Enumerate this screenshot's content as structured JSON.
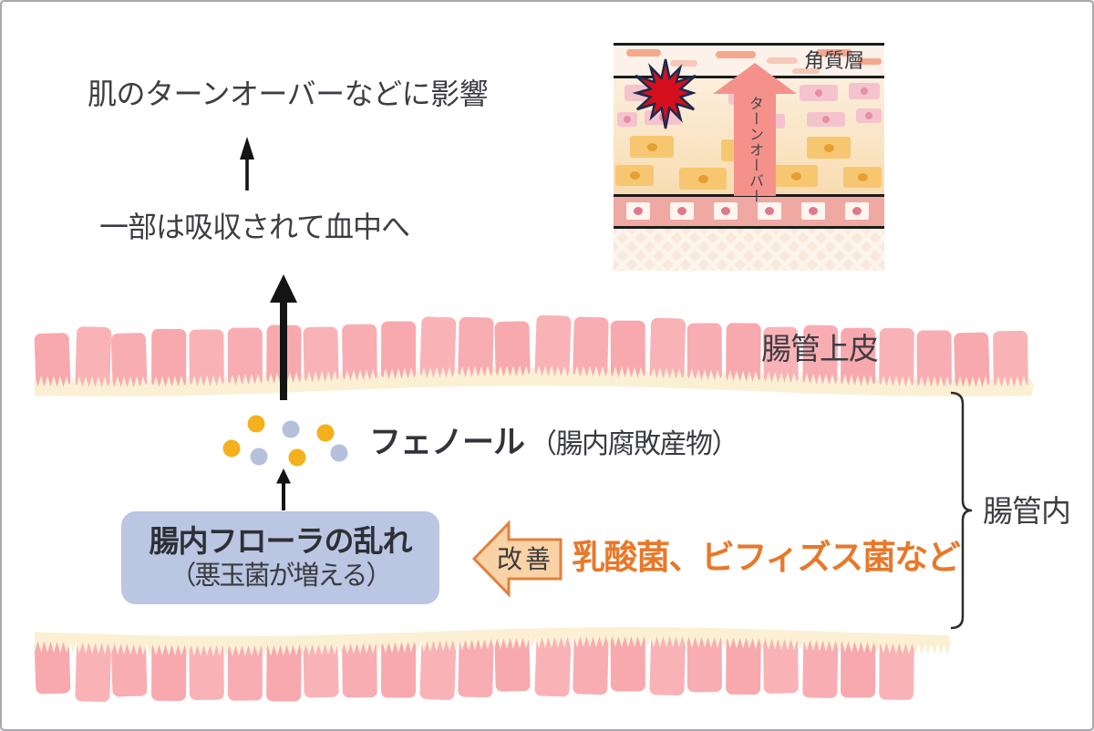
{
  "labels": {
    "skin_effect": "肌のターンオーバーなどに影響",
    "absorption": "一部は吸収されて血中へ",
    "corneum": "角質層",
    "turnover": "ターンオーバー",
    "epithelium": "腸管上皮",
    "phenol_name": "フェノール",
    "phenol_note": "（腸内腐敗産物）",
    "flora_line1": "腸内フローラの乱れ",
    "flora_line2": "（悪玉菌が増える）",
    "improve": "改善",
    "bacteria": "乳酸菌、ビフィズス菌など",
    "lumen": "腸管内"
  },
  "colors": {
    "ink": "#3d3d43",
    "accent_orange_text": "#e8782a",
    "improve_arrow_fill": "#f9d2a5",
    "improve_arrow_border": "#e0813f",
    "flora_box_bg": "#bac6e2",
    "dot_orange": "#f5b01e",
    "dot_blue": "#b5c1dc",
    "villi_pink": "#f8aeb2",
    "villi_fringe": "#fbf0d4",
    "turnover_arrow": "#f5918b",
    "starburst_fill": "#d50f1e",
    "starburst_outline": "#1c2a4b",
    "arrow_black": "#141414"
  }
}
